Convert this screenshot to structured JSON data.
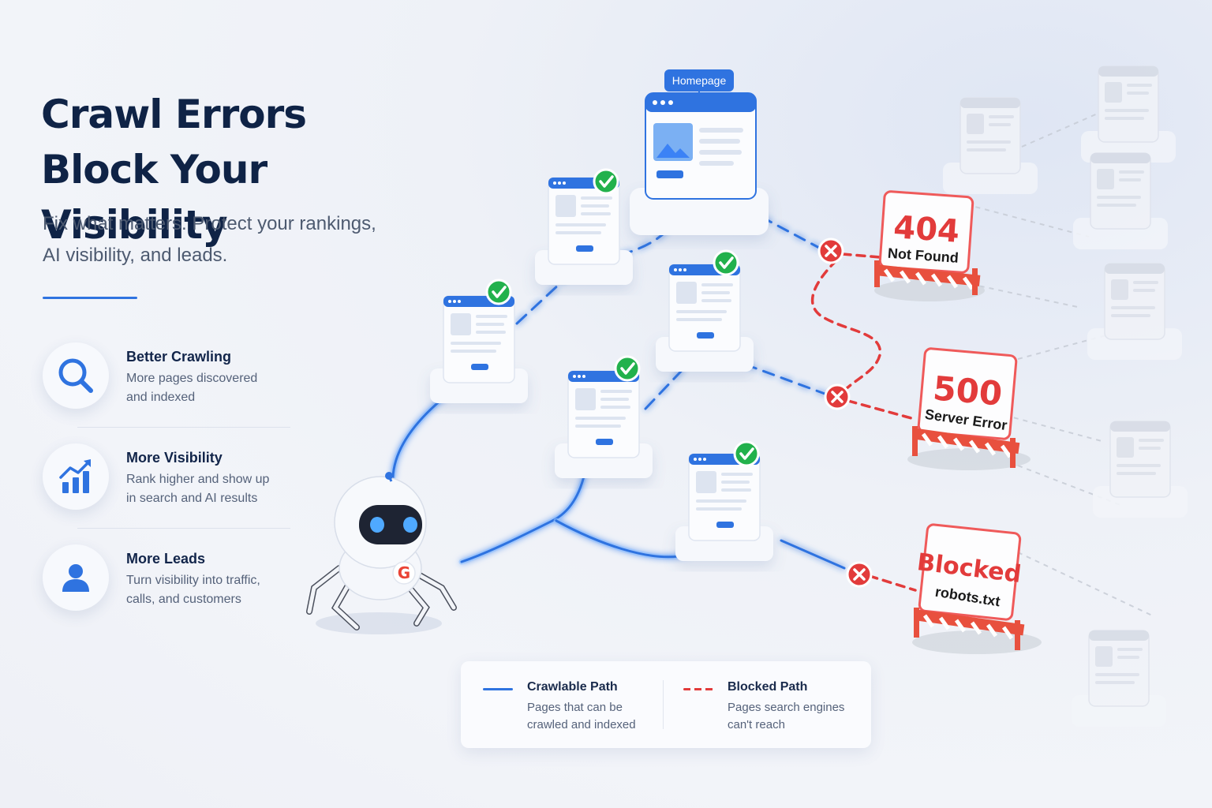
{
  "title_lines": [
    "Crawl Errors",
    "Block Your Visibility"
  ],
  "subtitle_lines": [
    "Fix what matters. Protect your rankings,",
    "AI visibility, and leads."
  ],
  "colors": {
    "accent": "#2f73e0",
    "heading": "#0f2346",
    "error": "#e23b3b",
    "success": "#22b14c"
  },
  "features": [
    {
      "icon": "search-icon",
      "title": "Better Crawling",
      "desc_lines": [
        "More pages discovered",
        "and indexed"
      ]
    },
    {
      "icon": "bar-chart-up-icon",
      "title": "More Visibility",
      "desc_lines": [
        "Rank higher and show up",
        "in search and AI results"
      ]
    },
    {
      "icon": "user-icon",
      "title": "More Leads",
      "desc_lines": [
        "Turn visibility into traffic,",
        "calls, and customers"
      ]
    }
  ],
  "diagram": {
    "homepage_label": "Homepage",
    "errors": [
      {
        "code": "404",
        "label": "Not Found"
      },
      {
        "code": "500",
        "label": "Server Error"
      },
      {
        "code": "Blocked",
        "label": "robots.txt"
      }
    ],
    "crawler_badge": "G"
  },
  "legend": {
    "crawlable": {
      "title": "Crawlable Path",
      "desc_lines": [
        "Pages that can be",
        "crawled and indexed"
      ]
    },
    "blocked": {
      "title": "Blocked Path",
      "desc_lines": [
        "Pages search engines",
        "can't reach"
      ]
    }
  }
}
